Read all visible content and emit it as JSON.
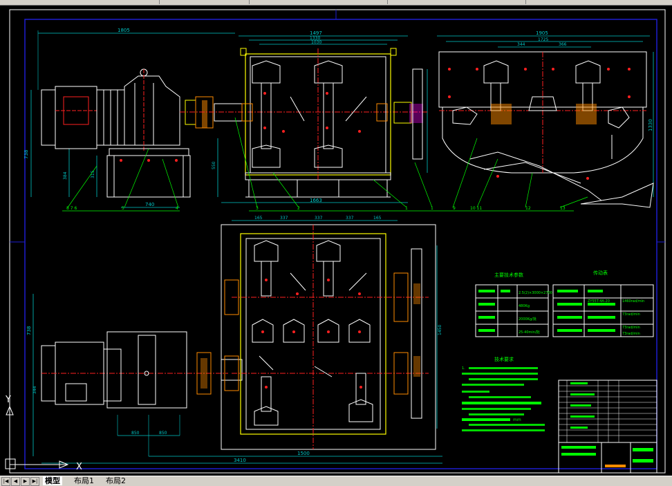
{
  "top_toolbar": {
    "visible": true
  },
  "drawing": {
    "colors": {
      "background": "#000000",
      "frame": "#1e1ecf",
      "dim": "#00c8c8",
      "part": "#ffffff",
      "edge": "#ffff00",
      "center": "#ff2020",
      "leader": "#00ff00",
      "hatch": "#ff8c00",
      "label": "#00ff00"
    },
    "tables": {
      "main_params_title": "主要技术参数",
      "motion_title": "传动表",
      "tech_req_title": "技术要求",
      "param_rows": [
        "2.5(2)×3000×2700",
        "480Kg",
        "2000Kg/批",
        "25-40min/批"
      ],
      "motion_rows": [
        {
          "model": "ZY55T-4A-20",
          "value": "1460rad/min"
        },
        {
          "model": "",
          "value": "73rad/min"
        },
        {
          "model": "",
          "value": "73rad/min"
        },
        {
          "model": "",
          "value": "73rad/min"
        }
      ],
      "tech_text": "1.",
      "tech_unit": "mm"
    }
  },
  "tabs": {
    "items": [
      {
        "label": "模型",
        "active": true
      },
      {
        "label": "布局1",
        "active": false
      },
      {
        "label": "布局2",
        "active": false
      }
    ]
  },
  "axis_icon": {
    "x": "X",
    "y": "Y"
  }
}
